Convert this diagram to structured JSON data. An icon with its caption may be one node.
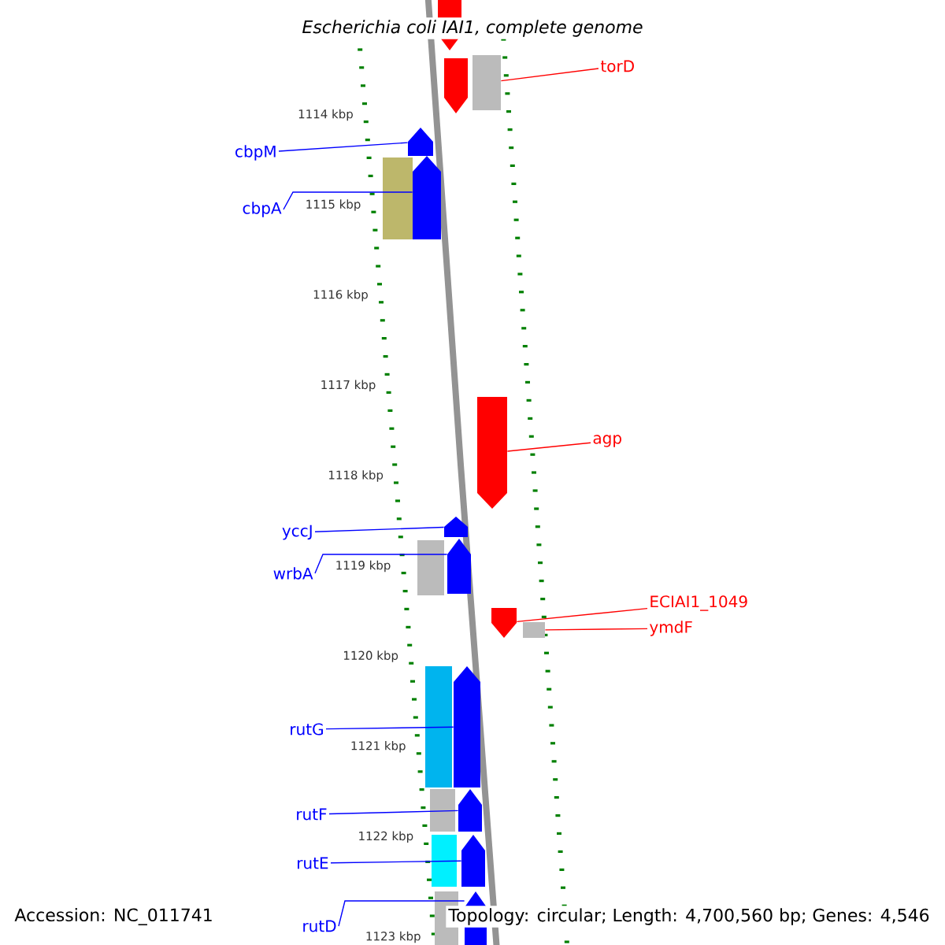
{
  "diagram": {
    "title": "Escherichia coli IAI1, complete genome",
    "nodes": [
      {
        "text": [
          "torD"
        ]
      },
      {
        "text": [],
        "shape": "box"
      },
      {
        "text": [
          "cbpM"
        ]
      },
      {
        "text": [],
        "shape": "arrow"
      },
      {
        "text": [
          "cbpA"
        ]
      },
      {
        "text": [],
        "shape": "arrow"
      },
      {
        "text": [
          "agp"
        ]
      },
      {
        "text": [],
        "shape": "arrow"
      },
      {
        "text": [
          "yccJ"
        ]
      },
      {
        "text": [],
        "shape": "arrow"
      },
      {
        "text": [
          "wrbA"
        ]
      },
      {
        "text": [],
        "shape": "arrow"
      },
      {
        "text": [
          "ECIAI1_1049"
        ]
      },
      {
        "text": [],
        "shape": "arrow"
      },
      {
        "text": [
          "ymdF"
        ]
      },
      {
        "text": [],
        "shape": "box"
      },
      {
        "text": [
          "rutG"
        ]
      },
      {
        "text": [],
        "shape": "arrow"
      },
      {
        "text": [
          "rutF"
        ]
      },
      {
        "text": [],
        "shape": "arrow"
      },
      {
        "text": [
          "rutE"
        ]
      },
      {
        "text": [],
        "shape": "arrow"
      },
      {
        "text": [
          "rutD"
        ]
      },
      {
        "text": [],
        "shape": "arrow"
      }
    ],
    "edges": [
      {
        "from": 0,
        "to": 1,
        "arrow": "none",
        "color": "#ff0000"
      },
      {
        "from": 2,
        "to": 3,
        "arrow": "none"
      },
      {
        "from": 4,
        "to": 5,
        "arrow": "none"
      },
      {
        "from": 6,
        "to": 7,
        "arrow": "none",
        "color": "#ff0000"
      },
      {
        "from": 8,
        "to": 9,
        "arrow": "none"
      },
      {
        "from": 10,
        "to": 11,
        "arrow": "none"
      },
      {
        "from": 12,
        "to": 13,
        "arrow": "none",
        "color": "#ff0000"
      },
      {
        "from": 14,
        "to": 15,
        "arrow": "none",
        "color": "#ff0000"
      },
      {
        "from": 16,
        "to": 17,
        "arrow": "none"
      },
      {
        "from": 18,
        "to": 19,
        "arrow": "none"
      },
      {
        "from": 20,
        "to": 21,
        "arrow": "none"
      },
      {
        "from": 22,
        "to": 23,
        "arrow": "none"
      }
    ],
    "labels": [
      "1114 kbp",
      "1115 kbp",
      "1116 kbp",
      "1117 kbp",
      "1118 kbp",
      "1119 kbp",
      "1120 kbp",
      "1121 kbp",
      "1122 kbp",
      "1123 kbp",
      "Accession: NC_011741",
      "Topology: circular; Length: 4,700,560 bp; Genes: 4,546"
    ]
  }
}
